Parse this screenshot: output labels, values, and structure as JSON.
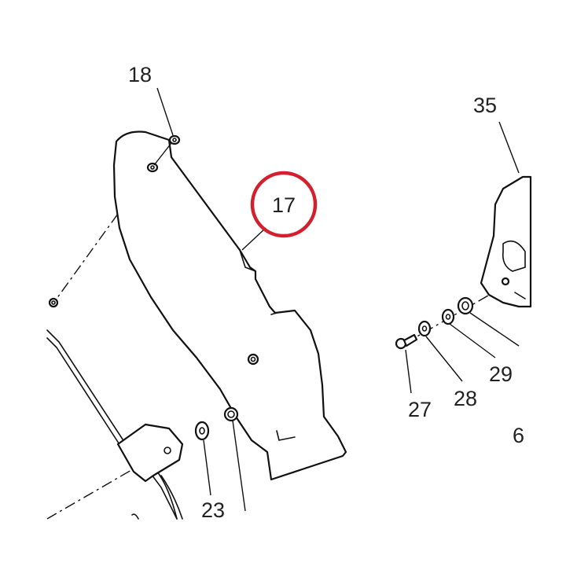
{
  "diagram": {
    "callouts": [
      {
        "id": "18",
        "text": "18"
      },
      {
        "id": "17",
        "text": "17",
        "highlighted": true
      },
      {
        "id": "35",
        "text": "35"
      },
      {
        "id": "27",
        "text": "27"
      },
      {
        "id": "28",
        "text": "28"
      },
      {
        "id": "29",
        "text": "29"
      },
      {
        "id": "23",
        "text": "23"
      },
      {
        "id": "6",
        "text": "6"
      }
    ],
    "highlight_color": "#d3202f",
    "line_color": "#111111"
  }
}
